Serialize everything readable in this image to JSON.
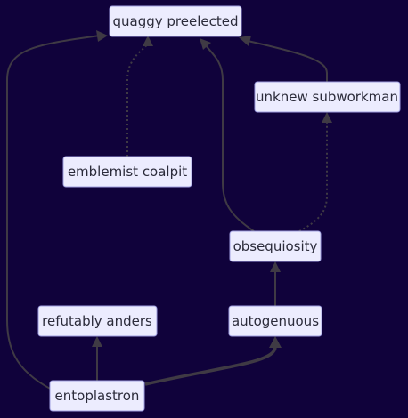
{
  "diagram": {
    "nodes": {
      "quaggy": "quaggy preelected",
      "unknew": "unknew subworkman",
      "emblemist": "emblemist coalpit",
      "obsequiosity": "obsequiosity",
      "refutably": "refutably anders",
      "autogenuous": "autogenuous",
      "entoplastron": "entoplastron"
    },
    "edges": [
      {
        "from": "emblemist",
        "to": "quaggy",
        "style": "dotted"
      },
      {
        "from": "obsequiosity",
        "to": "quaggy",
        "style": "solid"
      },
      {
        "from": "unknew",
        "to": "quaggy",
        "style": "solid"
      },
      {
        "from": "entoplastron",
        "to": "quaggy",
        "style": "solid"
      },
      {
        "from": "obsequiosity",
        "to": "unknew",
        "style": "dotted"
      },
      {
        "from": "autogenuous",
        "to": "obsequiosity",
        "style": "solid"
      },
      {
        "from": "entoplastron",
        "to": "refutably",
        "style": "solid"
      },
      {
        "from": "entoplastron",
        "to": "autogenuous",
        "style": "thick"
      }
    ]
  }
}
